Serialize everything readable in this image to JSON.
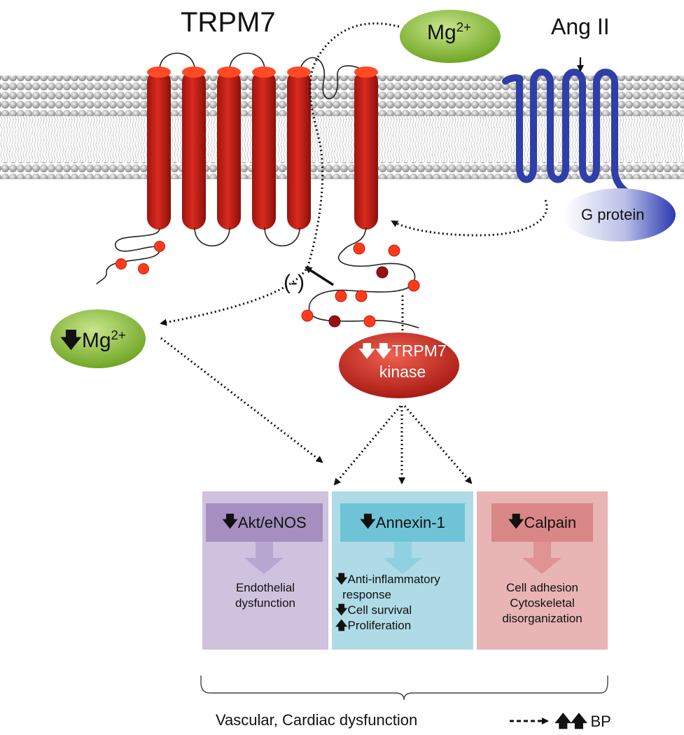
{
  "labels": {
    "trpm7": "TRPM7",
    "mg_ext": "Mg",
    "mg_ext_sup": "2+",
    "ang": "Ang II",
    "gprotein": "G protein",
    "minus": "(-)",
    "mg_int_icon": "down-arrow",
    "mg_int": "Mg",
    "mg_int_sup": "2+",
    "kinase_icon": "double-down-arrow",
    "kinase_line1": "TRPM7",
    "kinase_line2": "kinase"
  },
  "boxes": {
    "akt": {
      "header": "Akt/eNOS",
      "lines": [
        "Endothelial",
        "dysfunction"
      ]
    },
    "annexin": {
      "header": "Annexin-1",
      "items": [
        {
          "dir": "down",
          "text": "Anti-inflammatory"
        },
        {
          "dir": "none",
          "text": "response"
        },
        {
          "dir": "down",
          "text": "Cell survival"
        },
        {
          "dir": "up",
          "text": "Proliferation"
        }
      ]
    },
    "calpain": {
      "header": "Calpain",
      "lines": [
        "Cell adhesion",
        "Cytoskeletal",
        "disorganization"
      ]
    }
  },
  "footer": {
    "text": "Vascular,  Cardiac dysfunction",
    "bp": "BP"
  },
  "colors": {
    "membrane_head": "#a8a8a8",
    "channel": "#c41e16",
    "channel_top": "#ff3b1c",
    "receptor": "#2e3fa8",
    "mg_ellipse": "#8fc23c",
    "kinase_ellipse": "#c7281f",
    "akt_box": "#cfc2de",
    "akt_header": "#a48fc0",
    "annexin_box": "#aedbe6",
    "annexin_header": "#6fc3d6",
    "calpain_box": "#e9b4b4",
    "calpain_header": "#d98686"
  }
}
